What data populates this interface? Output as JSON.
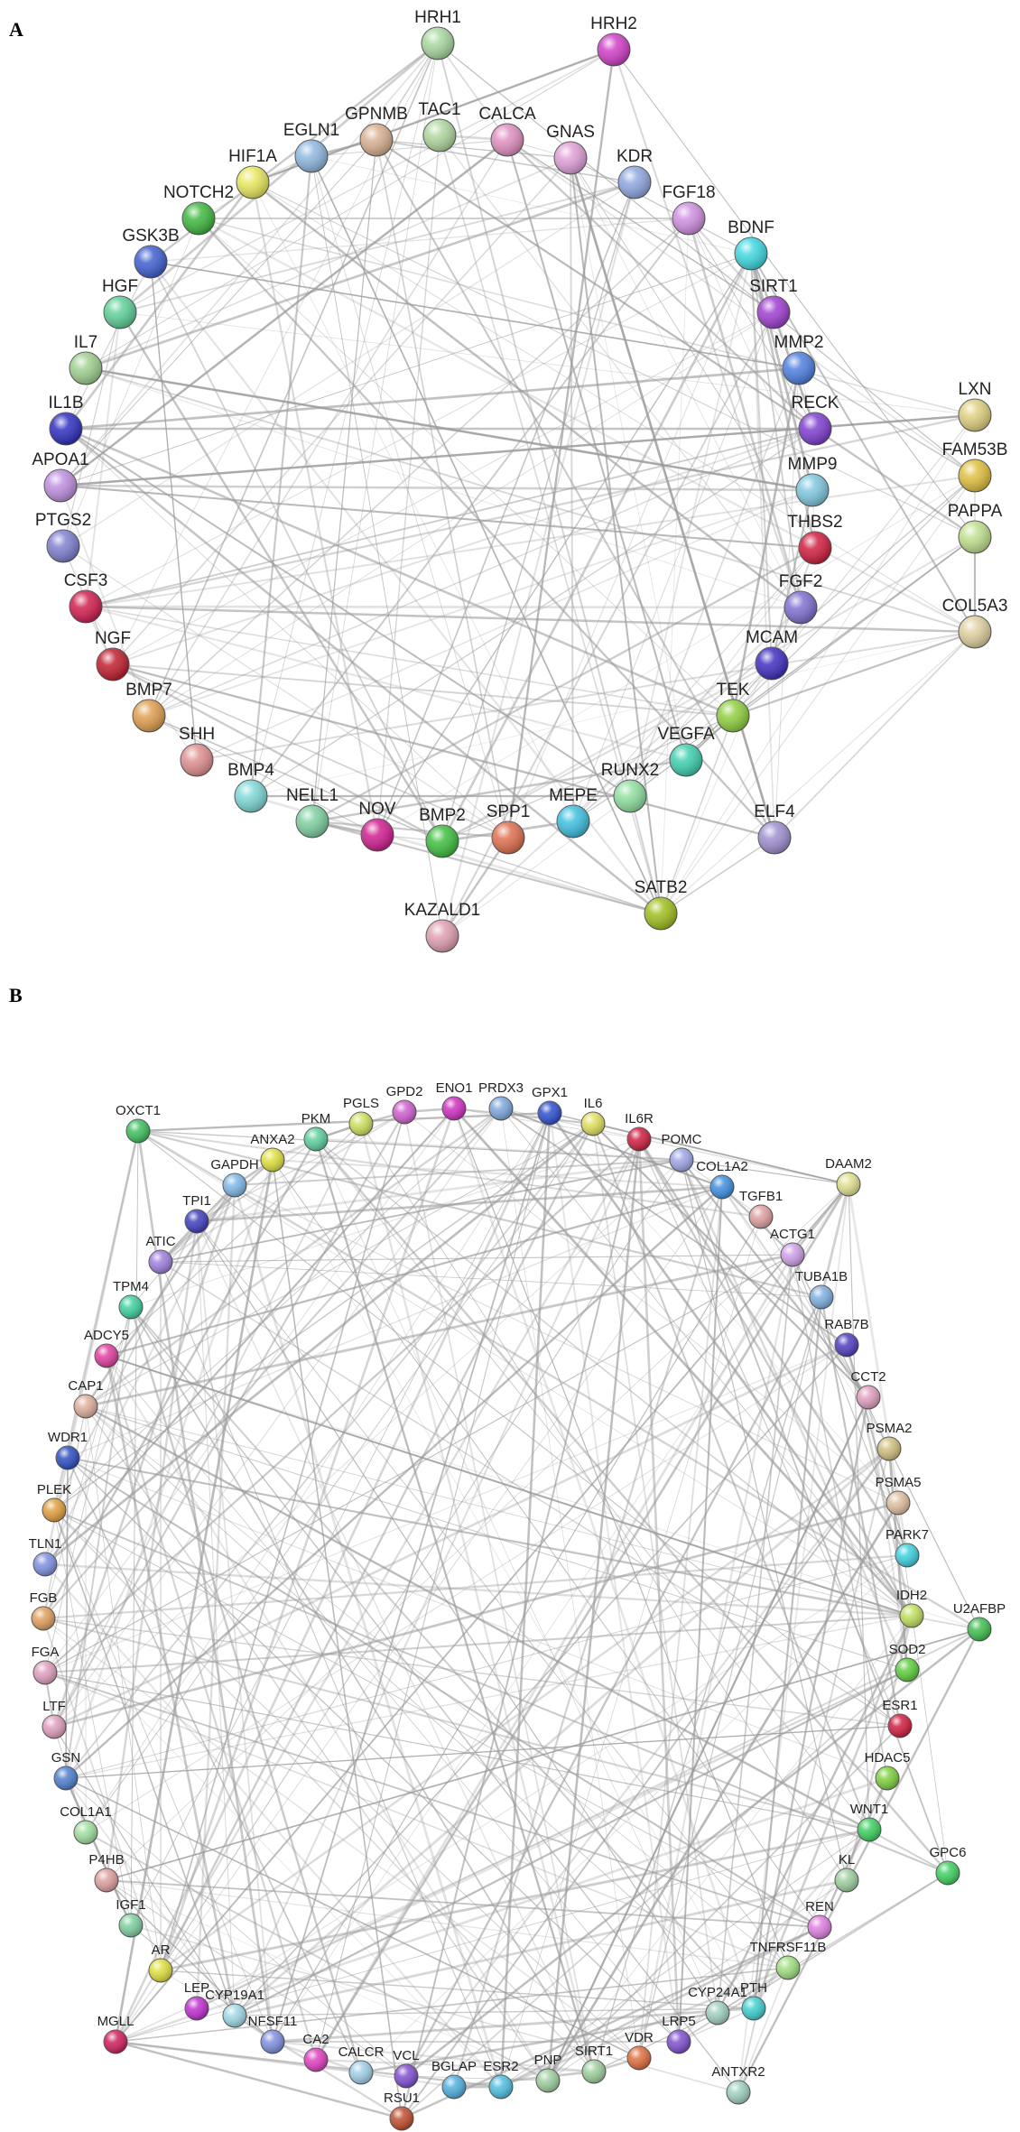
{
  "panels": [
    {
      "label": "A",
      "nodes": [
        {
          "id": "HRH1",
          "color": "#a8d8a0"
        },
        {
          "id": "HRH2",
          "color": "#d040c8"
        },
        {
          "id": "TAC1",
          "color": "#b0d8a0"
        },
        {
          "id": "CALCA",
          "color": "#e090c0"
        },
        {
          "id": "GNAS",
          "color": "#e0a0d8"
        },
        {
          "id": "GPNMB",
          "color": "#d8b090"
        },
        {
          "id": "EGLN1",
          "color": "#90b8e0"
        },
        {
          "id": "HIF1A",
          "color": "#e8e860"
        },
        {
          "id": "NOTCH2",
          "color": "#40b840"
        },
        {
          "id": "KDR",
          "color": "#90a8e0"
        },
        {
          "id": "FGF18",
          "color": "#d090e0"
        },
        {
          "id": "BDNF",
          "color": "#40d8e0"
        },
        {
          "id": "GSK3B",
          "color": "#4060d0"
        },
        {
          "id": "HGF",
          "color": "#60d098"
        },
        {
          "id": "SIRT1",
          "color": "#a040d0"
        },
        {
          "id": "IL7",
          "color": "#a0d090"
        },
        {
          "id": "MMP2",
          "color": "#5080e0"
        },
        {
          "id": "IL1B",
          "color": "#3030c0"
        },
        {
          "id": "RECK",
          "color": "#8040d0"
        },
        {
          "id": "APOA1",
          "color": "#c090e0"
        },
        {
          "id": "MMP9",
          "color": "#80c8e0"
        },
        {
          "id": "PTGS2",
          "color": "#8080d0"
        },
        {
          "id": "THBS2",
          "color": "#d02040"
        },
        {
          "id": "CSF3",
          "color": "#d02050"
        },
        {
          "id": "FGF2",
          "color": "#8070d0"
        },
        {
          "id": "NGF",
          "color": "#c02030"
        },
        {
          "id": "MCAM",
          "color": "#4030c0"
        },
        {
          "id": "BMP7",
          "color": "#e0a050"
        },
        {
          "id": "TEK",
          "color": "#90d040"
        },
        {
          "id": "SHH",
          "color": "#e09090"
        },
        {
          "id": "VEGFA",
          "color": "#40d0b0"
        },
        {
          "id": "BMP4",
          "color": "#80d8d8"
        },
        {
          "id": "RUNX2",
          "color": "#90e0a0"
        },
        {
          "id": "NELL1",
          "color": "#80d0a0"
        },
        {
          "id": "NOV",
          "color": "#d02090"
        },
        {
          "id": "BMP2",
          "color": "#40c040"
        },
        {
          "id": "SPP1",
          "color": "#e07050"
        },
        {
          "id": "MEPE",
          "color": "#40c0e0"
        },
        {
          "id": "ELF4",
          "color": "#a090d0"
        },
        {
          "id": "SATB2",
          "color": "#a0c020"
        },
        {
          "id": "KAZALD1",
          "color": "#e0a0b0"
        },
        {
          "id": "LXN",
          "color": "#e0d080"
        },
        {
          "id": "FAM53B",
          "color": "#e0c040"
        },
        {
          "id": "PAPPA",
          "color": "#c0e090"
        },
        {
          "id": "COL5A3",
          "color": "#e0d0a0"
        }
      ]
    },
    {
      "label": "B",
      "nodes": [
        {
          "id": "OXCT1",
          "color": "#40c060"
        },
        {
          "id": "PKM",
          "color": "#60d0a0"
        },
        {
          "id": "PGLS",
          "color": "#d0e060"
        },
        {
          "id": "GPD2",
          "color": "#d060d0"
        },
        {
          "id": "ENO1",
          "color": "#d030c0"
        },
        {
          "id": "PRDX3",
          "color": "#80a8e0"
        },
        {
          "id": "GPX1",
          "color": "#3050d0"
        },
        {
          "id": "IL6",
          "color": "#e0e060"
        },
        {
          "id": "IL6R",
          "color": "#d02040"
        },
        {
          "id": "POMC",
          "color": "#a0a8e8"
        },
        {
          "id": "ANXA2",
          "color": "#e0e040"
        },
        {
          "id": "GAPDH",
          "color": "#80b8e8"
        },
        {
          "id": "COL1A2",
          "color": "#4090e0"
        },
        {
          "id": "TGFB1",
          "color": "#e0a0a0"
        },
        {
          "id": "DAAM2",
          "color": "#e0e090"
        },
        {
          "id": "TPI1",
          "color": "#4040c0"
        },
        {
          "id": "ATIC",
          "color": "#a080e0"
        },
        {
          "id": "ACTG1",
          "color": "#d0a0e8"
        },
        {
          "id": "TUBA1B",
          "color": "#80b0e0"
        },
        {
          "id": "TPM4",
          "color": "#40d0a0"
        },
        {
          "id": "ADCY5",
          "color": "#e040a0"
        },
        {
          "id": "RAB7B",
          "color": "#5040c0"
        },
        {
          "id": "CAP1",
          "color": "#e0b0a0"
        },
        {
          "id": "CCT2",
          "color": "#e0a0c0"
        },
        {
          "id": "WDR1",
          "color": "#3050c0"
        },
        {
          "id": "PSMA2",
          "color": "#d0c080"
        },
        {
          "id": "PLEK",
          "color": "#e0a040"
        },
        {
          "id": "PSMA5",
          "color": "#e0c0a0"
        },
        {
          "id": "TLN1",
          "color": "#8090e0"
        },
        {
          "id": "PARK7",
          "color": "#40d0e0"
        },
        {
          "id": "FGB",
          "color": "#e0a060"
        },
        {
          "id": "IDH2",
          "color": "#c0e060"
        },
        {
          "id": "U2AFBP",
          "color": "#40c050"
        },
        {
          "id": "FGA",
          "color": "#e0a0c0"
        },
        {
          "id": "SOD2",
          "color": "#60d040"
        },
        {
          "id": "LTF",
          "color": "#e0a0c0"
        },
        {
          "id": "ESR1",
          "color": "#d02040"
        },
        {
          "id": "GSN",
          "color": "#5080d0"
        },
        {
          "id": "HDAC5",
          "color": "#80d040"
        },
        {
          "id": "COL1A1",
          "color": "#a0e0a0"
        },
        {
          "id": "WNT1",
          "color": "#40d060"
        },
        {
          "id": "GPC6",
          "color": "#40d060"
        },
        {
          "id": "P4HB",
          "color": "#e0a0a0"
        },
        {
          "id": "KL",
          "color": "#a0d0a0"
        },
        {
          "id": "IGF1",
          "color": "#80d0a0"
        },
        {
          "id": "REN",
          "color": "#e080e0"
        },
        {
          "id": "AR",
          "color": "#e0e040"
        },
        {
          "id": "TNFRSF11B",
          "color": "#a0e080"
        },
        {
          "id": "LEP",
          "color": "#c030d0"
        },
        {
          "id": "PTH",
          "color": "#40d0d0"
        },
        {
          "id": "CYP19A1",
          "color": "#a0d8e8"
        },
        {
          "id": "CYP24A1",
          "color": "#a0d0c0"
        },
        {
          "id": "MGLL",
          "color": "#d02060"
        },
        {
          "id": "NFSF11",
          "color": "#8090e0"
        },
        {
          "id": "LRP5",
          "color": "#8050d0"
        },
        {
          "id": "CA2",
          "color": "#e040c0"
        },
        {
          "id": "CALCR",
          "color": "#a0d0e8"
        },
        {
          "id": "VCL",
          "color": "#8050d0"
        },
        {
          "id": "BGLAP",
          "color": "#50b0e0"
        },
        {
          "id": "ESR2",
          "color": "#50c0e0"
        },
        {
          "id": "PNP",
          "color": "#a0d0a0"
        },
        {
          "id": "SIRT1",
          "color": "#a0d0a0"
        },
        {
          "id": "VDR",
          "color": "#e07040"
        },
        {
          "id": "ANTXR2",
          "color": "#a0d0c0"
        },
        {
          "id": "RSU1",
          "color": "#c05030"
        }
      ]
    }
  ]
}
